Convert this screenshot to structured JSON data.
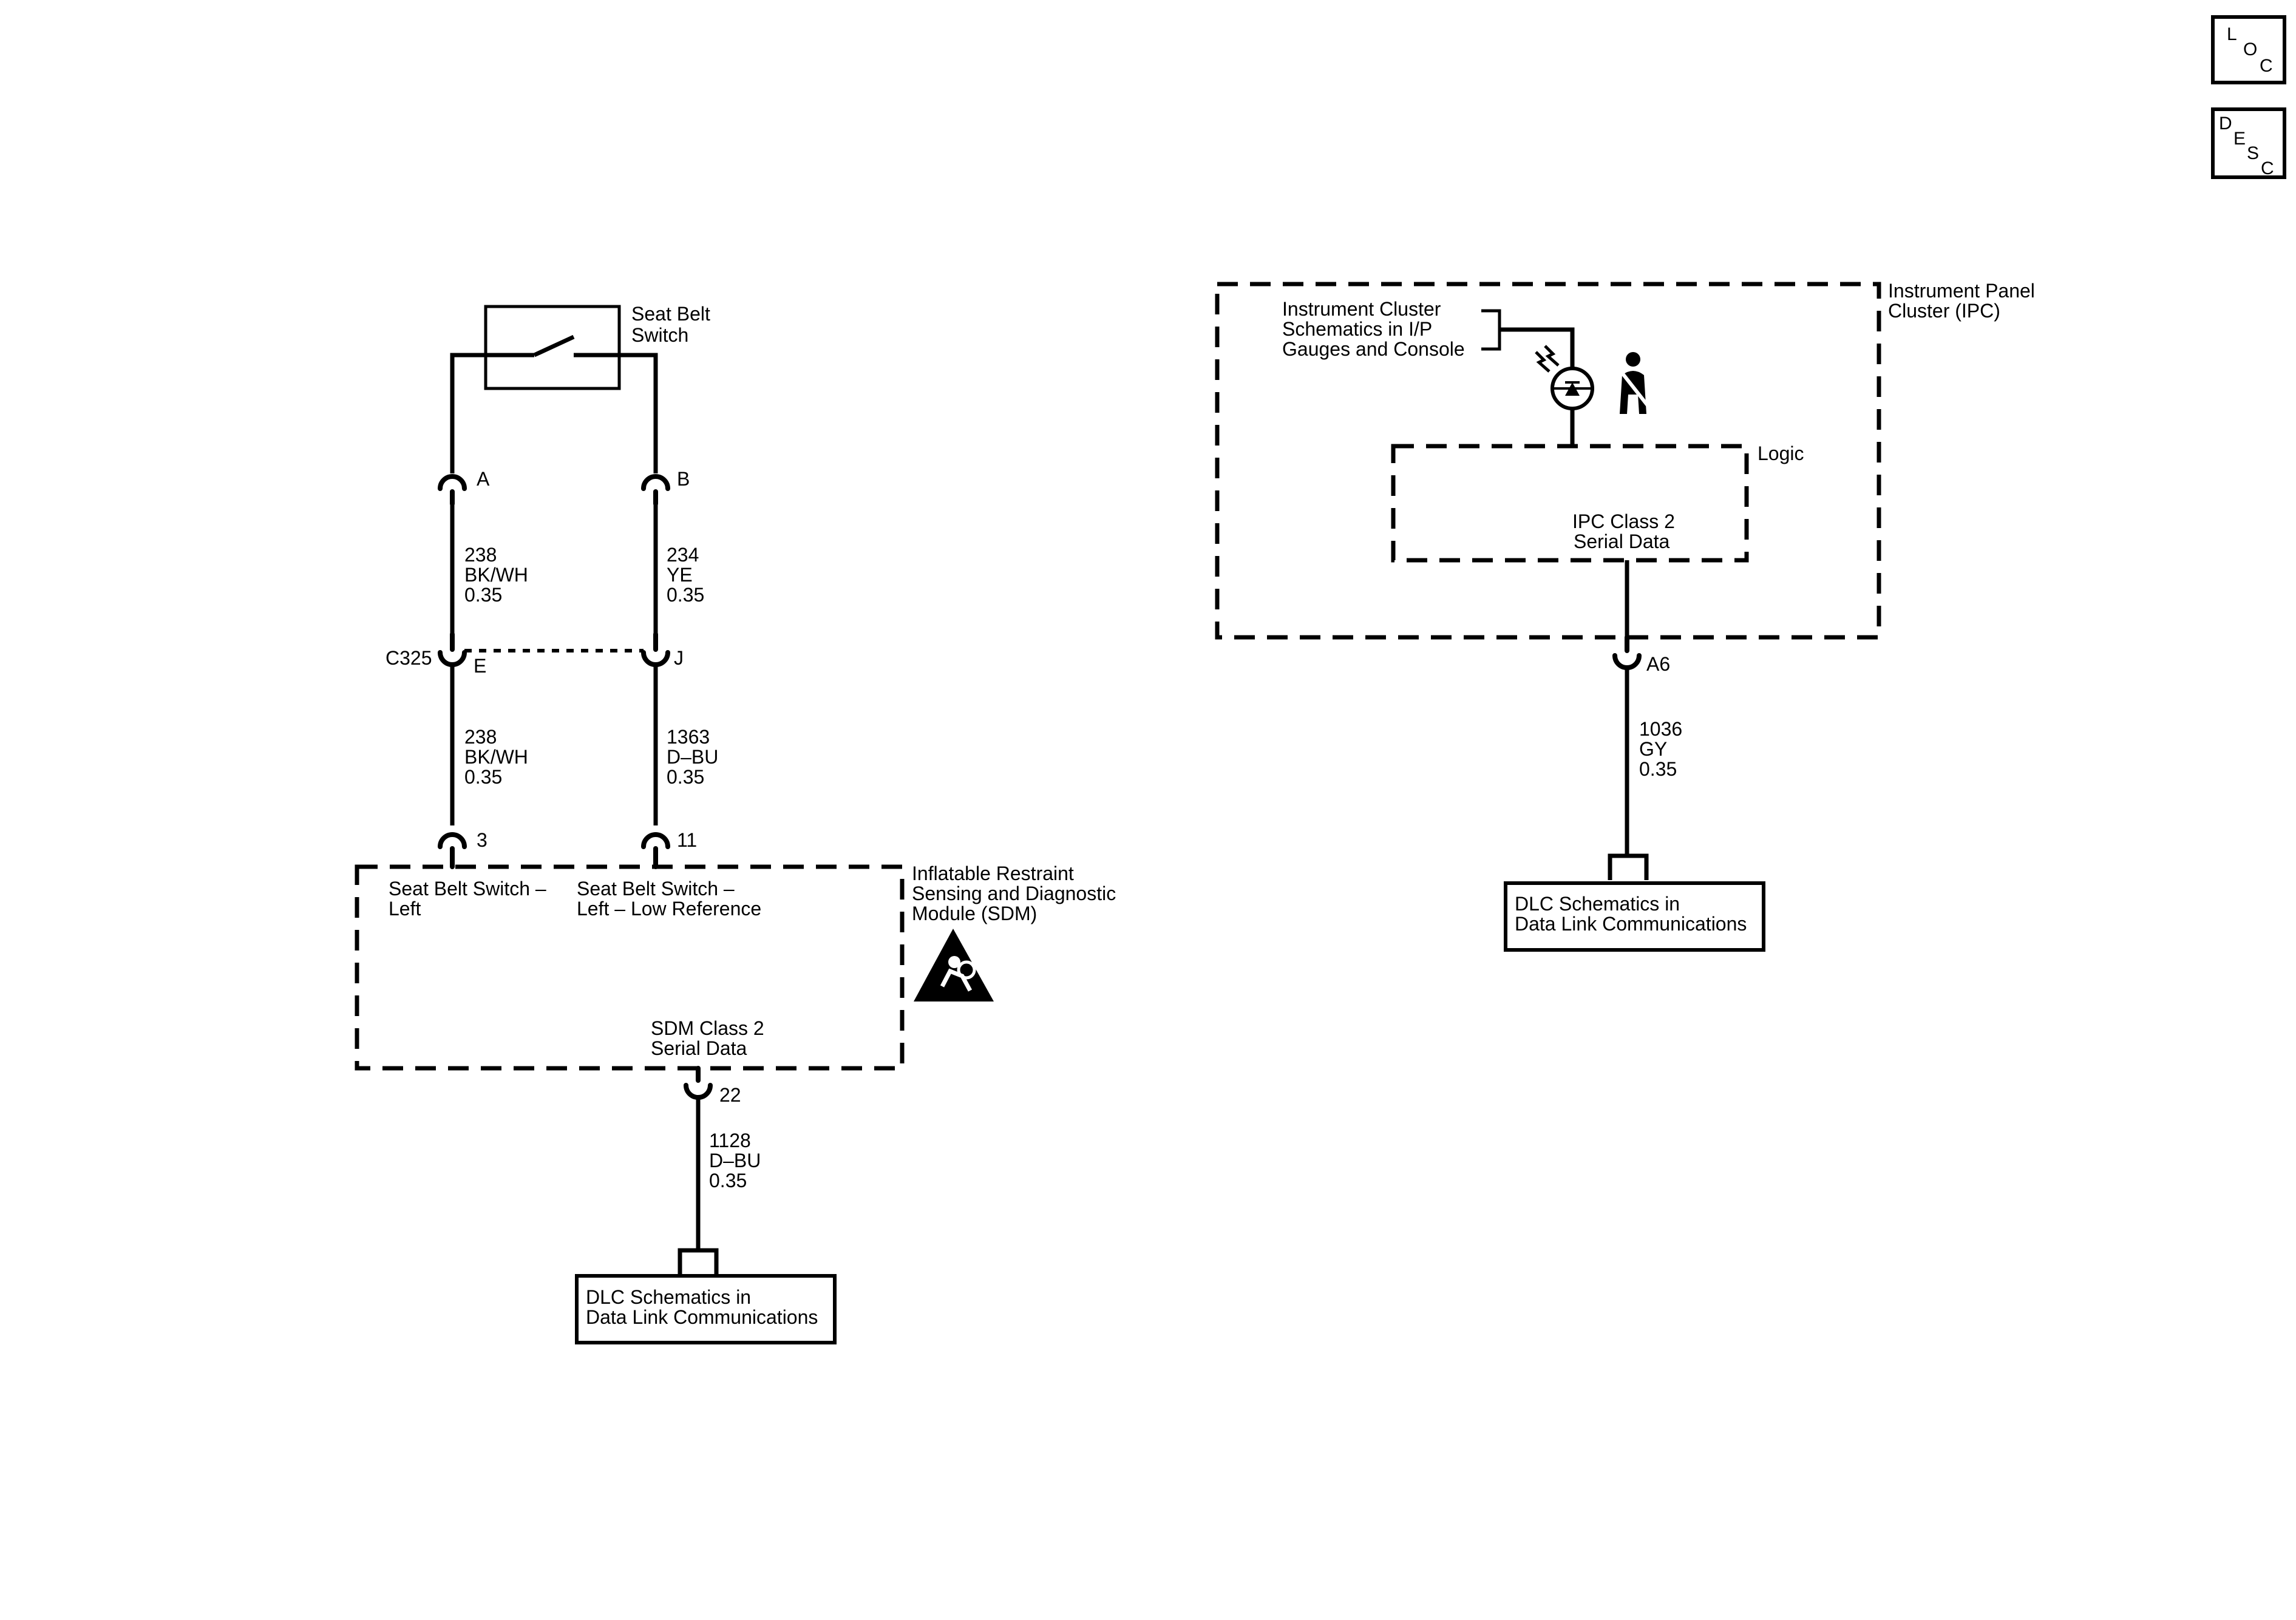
{
  "nav": {
    "loc": [
      "L",
      "O",
      "C"
    ],
    "desc": [
      "D",
      "E",
      "S",
      "C"
    ]
  },
  "colors": {
    "ink": "#000000",
    "paper": "#ffffff"
  },
  "seat_belt_switch": {
    "label": [
      "Seat Belt",
      "Switch"
    ]
  },
  "pins_top": {
    "a": "A",
    "b": "B"
  },
  "wires_upper": {
    "left": [
      "238",
      "BK/WH",
      "0.35"
    ],
    "right": [
      "234",
      "YE",
      "0.35"
    ]
  },
  "connector_c325": {
    "name": "C325",
    "pin_left": "E",
    "pin_right": "J"
  },
  "wires_lower": {
    "left": [
      "238",
      "BK/WH",
      "0.35"
    ],
    "right": [
      "1363",
      "D–BU",
      "0.35"
    ]
  },
  "sdm": {
    "pin_left": "3",
    "pin_right": "11",
    "name": [
      "Inflatable Restraint",
      "Sensing and Diagnostic",
      "Module (SDM)"
    ],
    "input_left": [
      "Seat Belt Switch –",
      "Left"
    ],
    "input_right": [
      "Seat Belt Switch –",
      "Left – Low Reference"
    ],
    "serial": [
      "SDM Class 2",
      "Serial Data"
    ],
    "out_pin": "22",
    "icon": "airbag-warning-icon"
  },
  "wire_sdm": [
    "1128",
    "D–BU",
    "0.35"
  ],
  "dlc_left": [
    "DLC Schematics in",
    "Data Link Communications"
  ],
  "ipc": {
    "name": [
      "Instrument Panel",
      "Cluster (IPC)"
    ],
    "ref": [
      "Instrument Cluster",
      "Schematics in I/P",
      "Gauges and Console"
    ],
    "logic": "Logic",
    "serial": [
      "IPC Class 2",
      "Serial Data"
    ],
    "out_pin": "A6",
    "icons": [
      "led-indicator-icon",
      "seat-belt-icon"
    ]
  },
  "wire_ipc": [
    "1036",
    "GY",
    "0.35"
  ],
  "dlc_right": [
    "DLC Schematics in",
    "Data Link Communications"
  ]
}
